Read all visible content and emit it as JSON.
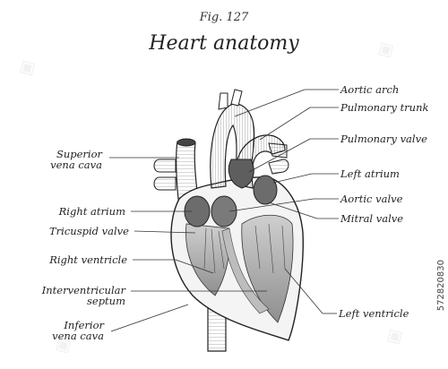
{
  "figure": {
    "number": "Fig. 127",
    "title": "Heart anatomy"
  },
  "labels_left": [
    {
      "id": "superior-vena-cava",
      "lines": [
        "Superior",
        "vena cava"
      ]
    },
    {
      "id": "right-atrium",
      "lines": [
        "Right atrium"
      ]
    },
    {
      "id": "tricuspid-valve",
      "lines": [
        "Tricuspid valve"
      ]
    },
    {
      "id": "right-ventricle",
      "lines": [
        "Right ventricle"
      ]
    },
    {
      "id": "interventricular-septum",
      "lines": [
        "Interventricular",
        "septum"
      ]
    },
    {
      "id": "inferior-vena-cava",
      "lines": [
        "Inferior",
        "vena cava"
      ]
    }
  ],
  "labels_right": [
    {
      "id": "aortic-arch",
      "lines": [
        "Aortic arch"
      ]
    },
    {
      "id": "pulmonary-trunk",
      "lines": [
        "Pulmonary trunk"
      ]
    },
    {
      "id": "pulmonary-valve",
      "lines": [
        "Pulmonary valve"
      ]
    },
    {
      "id": "left-atrium",
      "lines": [
        "Left atrium"
      ]
    },
    {
      "id": "aortic-valve",
      "lines": [
        "Aortic valve"
      ]
    },
    {
      "id": "mitral-valve",
      "lines": [
        "Mitral valve"
      ]
    },
    {
      "id": "left-ventricle",
      "lines": [
        "Left ventricle"
      ]
    }
  ],
  "stock_id": "572820830",
  "colors": {
    "ink": "#222222",
    "shade": "#9a9a9a",
    "light": "#dcdcdc",
    "dark": "#555555"
  }
}
